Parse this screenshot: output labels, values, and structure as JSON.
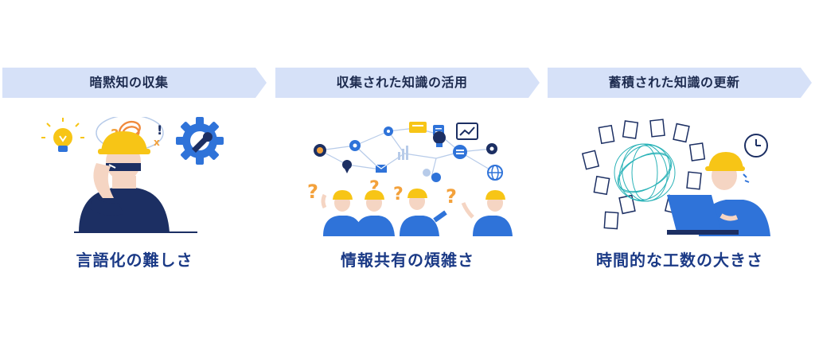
{
  "panels": [
    {
      "title": "暗黙知の収集",
      "caption": "言語化の難しさ"
    },
    {
      "title": "収集された知識の活用",
      "caption": "情報共有の煩雑さ"
    },
    {
      "title": "蓄積された知識の更新",
      "caption": "時間的な工数の大きさ"
    }
  ],
  "illustrations": {
    "question_mark": "?",
    "exclamation_mark": "!",
    "x_mark": "x"
  },
  "colors": {
    "banner": "#d6e1f8",
    "caption": "#1b3a86",
    "title": "#1d2b4f",
    "navy": "#1c2f63",
    "blue": "#2f73d9",
    "helmet": "#f7c516",
    "orange": "#f3a13b",
    "skin": "#f5d5c3",
    "teal": "#2bb3b8"
  }
}
